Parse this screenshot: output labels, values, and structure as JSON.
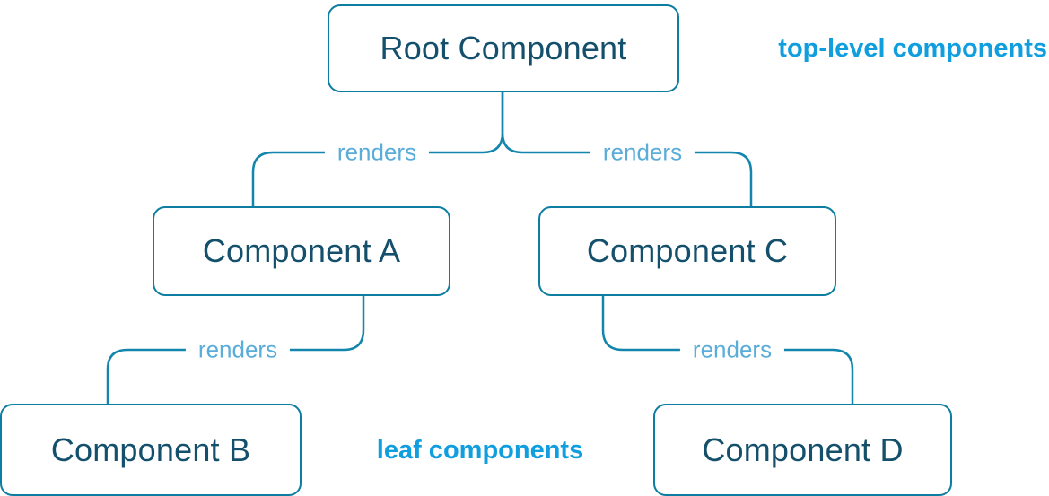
{
  "diagram": {
    "title": "react-render-tree-diagram",
    "nodes": {
      "root": {
        "label": "Root Component"
      },
      "a": {
        "label": "Component A"
      },
      "b": {
        "label": "Component B"
      },
      "c": {
        "label": "Component C"
      },
      "d": {
        "label": "Component D"
      }
    },
    "edges": {
      "root_a": {
        "label": "renders",
        "from": "Root Component",
        "to": "Component A"
      },
      "root_c": {
        "label": "renders",
        "from": "Root Component",
        "to": "Component C"
      },
      "a_b": {
        "label": "renders",
        "from": "Component A",
        "to": "Component B"
      },
      "c_d": {
        "label": "renders",
        "from": "Component C",
        "to": "Component D"
      }
    },
    "annotations": {
      "top_level": "top-level components",
      "leaf": "leaf components"
    },
    "colors": {
      "node_border": "#0d7da1",
      "node_text": "#14506b",
      "edge": "#1286ad",
      "edge_label": "#5badd9",
      "annotation": "#119edf",
      "background": "#ffffff"
    }
  }
}
